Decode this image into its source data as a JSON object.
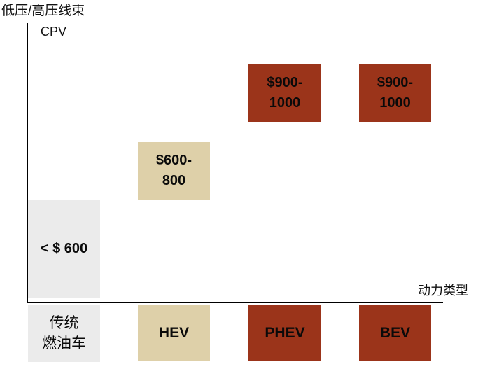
{
  "chart_data": {
    "type": "table",
    "title": "",
    "ylabel": "低压/高压线束 CPV",
    "xlabel": "动力类型",
    "categories": [
      "传统燃油车",
      "HEV",
      "PHEV",
      "BEV"
    ],
    "values": [
      "< $ 600",
      "$600-800",
      "$900-1000",
      "$900-1000"
    ],
    "ranges": [
      {
        "category": "传统燃油车",
        "min": null,
        "max": 600
      },
      {
        "category": "HEV",
        "min": 600,
        "max": 800
      },
      {
        "category": "PHEV",
        "min": 900,
        "max": 1000
      },
      {
        "category": "BEV",
        "min": 900,
        "max": 1000
      }
    ],
    "colors": {
      "传统燃油车": "#ebebeb",
      "HEV": "#ded0a9",
      "PHEV": "#9b341a",
      "BEV": "#9b341a"
    }
  },
  "axis": {
    "y_title_line1": "低压/高压线束",
    "y_title_line2": "CPV",
    "x_title": "动力类型"
  },
  "columns": [
    {
      "category_line1": "传统",
      "category_line2": "燃油车",
      "value_line1": "< $ 600",
      "value_line2": "",
      "color": "#ebebeb"
    },
    {
      "category_line1": "HEV",
      "category_line2": "",
      "value_line1": "$600-",
      "value_line2": "800",
      "color": "#ded0a9"
    },
    {
      "category_line1": "PHEV",
      "category_line2": "",
      "value_line1": "$900-",
      "value_line2": "1000",
      "color": "#9b341a"
    },
    {
      "category_line1": "BEV",
      "category_line2": "",
      "value_line1": "$900-",
      "value_line2": "1000",
      "color": "#9b341a"
    }
  ]
}
